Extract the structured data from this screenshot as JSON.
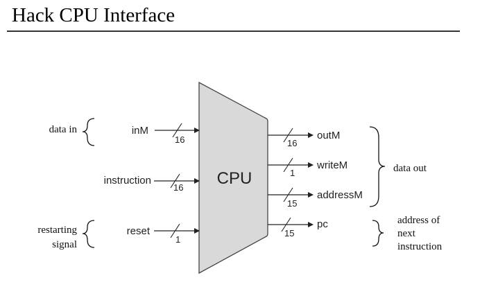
{
  "header": {
    "title": "Hack CPU Interface"
  },
  "cpu": {
    "label": "CPU"
  },
  "inputs": [
    {
      "name": "inM",
      "width": "16"
    },
    {
      "name": "instruction",
      "width": "16"
    },
    {
      "name": "reset",
      "width": "1"
    }
  ],
  "outputs": [
    {
      "name": "outM",
      "width": "16"
    },
    {
      "name": "writeM",
      "width": "1"
    },
    {
      "name": "addressM",
      "width": "15"
    },
    {
      "name": "pc",
      "width": "15"
    }
  ],
  "annotations": {
    "data_in": "data in",
    "restarting_1": "restarting",
    "restarting_2": "signal",
    "data_out": "data out",
    "address_1": "address of",
    "address_2": "next",
    "address_3": "instruction"
  }
}
